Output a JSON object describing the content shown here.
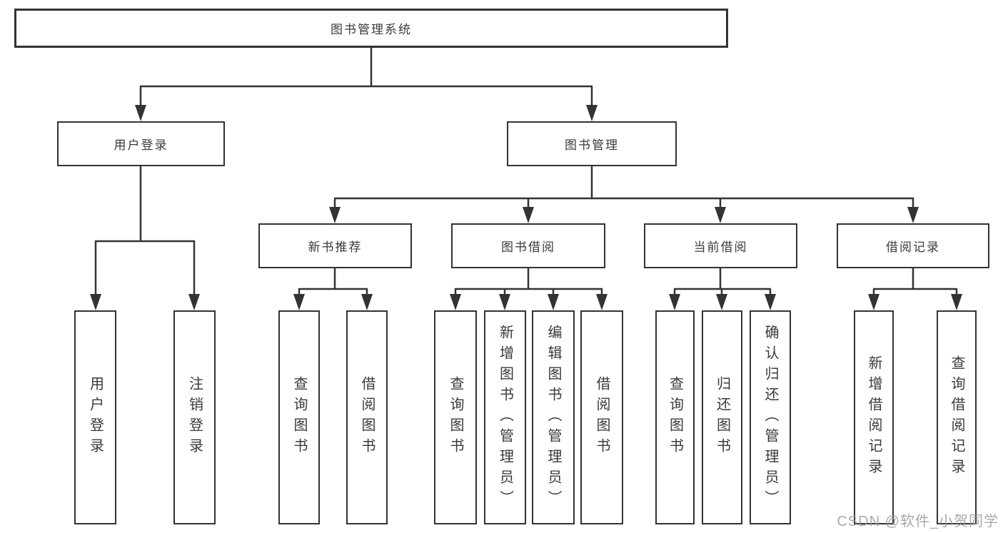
{
  "nodes": {
    "root": {
      "id": "root",
      "label": "图书管理系统"
    },
    "level2": [
      {
        "id": "user-login",
        "label": "用户登录",
        "parent": "图书管理系统"
      },
      {
        "id": "book-management",
        "label": "图书管理",
        "parent": "图书管理系统"
      }
    ],
    "level3": [
      {
        "id": "new-book-recommend",
        "label": "新书推荐",
        "parent": "图书管理"
      },
      {
        "id": "book-borrow",
        "label": "图书借阅",
        "parent": "图书管理"
      },
      {
        "id": "current-borrow",
        "label": "当前借阅",
        "parent": "图书管理"
      },
      {
        "id": "borrow-record",
        "label": "借阅记录",
        "parent": "图书管理"
      }
    ],
    "leaves": [
      {
        "id": "leaf-user-login",
        "label": "用户登录",
        "parent": "用户登录"
      },
      {
        "id": "leaf-logout",
        "label": "注销登录",
        "parent": "用户登录"
      },
      {
        "id": "leaf-query-book-recommend",
        "label": "查询图书",
        "parent": "新书推荐"
      },
      {
        "id": "leaf-borrow-book-recommend",
        "label": "借阅图书",
        "parent": "新书推荐"
      },
      {
        "id": "leaf-query-book-borrow",
        "label": "查询图书",
        "parent": "图书借阅"
      },
      {
        "id": "leaf-add-book",
        "label": "新增图书（管理员）",
        "parent": "图书借阅"
      },
      {
        "id": "leaf-edit-book",
        "label": "编辑图书（管理员）",
        "parent": "图书借阅"
      },
      {
        "id": "leaf-borrow-book",
        "label": "借阅图书",
        "parent": "图书借阅"
      },
      {
        "id": "leaf-query-book-current",
        "label": "查询图书",
        "parent": "当前借阅"
      },
      {
        "id": "leaf-return-book",
        "label": "归还图书",
        "parent": "当前借阅"
      },
      {
        "id": "leaf-confirm-return",
        "label": "确认归还（管理员）",
        "parent": "当前借阅"
      },
      {
        "id": "leaf-add-borrow-record",
        "label": "新增借阅记录",
        "parent": "借阅记录"
      },
      {
        "id": "leaf-query-borrow-record",
        "label": "查询借阅记录",
        "parent": "借阅记录"
      }
    ]
  },
  "watermark": {
    "text": "CSDN @软件_小贺同学",
    "color": "#9b9b9b"
  },
  "colors": {
    "line": "#333333",
    "box_border": "#333333",
    "text": "#3a3a3a",
    "background": "#ffffff"
  }
}
